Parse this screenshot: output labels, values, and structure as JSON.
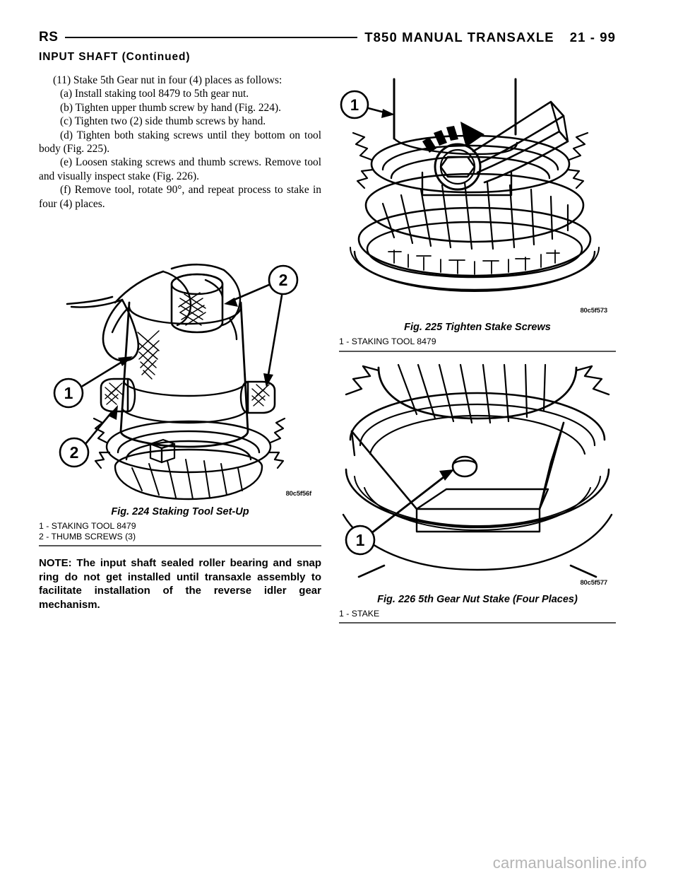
{
  "header": {
    "left_label": "RS",
    "title": "T850 MANUAL TRANSAXLE",
    "page_number": "21 - 99"
  },
  "section": {
    "title": "INPUT SHAFT (Continued)"
  },
  "left_column": {
    "steps": [
      "(11) Stake 5th Gear nut in four (4) places as follows:",
      "(a) Install staking tool 8479 to 5th gear nut.",
      "(b) Tighten upper thumb screw by hand (Fig. 224).",
      "(c) Tighten two (2) side thumb screws by hand.",
      "(d) Tighten both staking screws until they bottom on tool body (Fig. 225).",
      "(e) Loosen staking screws and thumb screws. Remove tool and visually inspect stake (Fig. 226).",
      "(f) Remove tool, rotate 90°, and repeat process to stake in four (4) places."
    ],
    "note": "NOTE: The input shaft sealed roller bearing and snap ring do not get installed until transaxle assembly to facilitate installation of the reverse idler gear mechanism."
  },
  "figures": [
    {
      "id": "fig-224",
      "caption": "Fig. 224 Staking Tool Set-Up",
      "image_id": "80c5f56f",
      "callouts": [
        "1",
        "2",
        "2"
      ],
      "legend": [
        "1 - STAKING TOOL 8479",
        "2 - THUMB SCREWS (3)"
      ]
    },
    {
      "id": "fig-225",
      "caption": "Fig. 225 Tighten Stake Screws",
      "image_id": "80c5f573",
      "callouts": [
        "1"
      ],
      "legend": [
        "1 - STAKING TOOL 8479"
      ]
    },
    {
      "id": "fig-226",
      "caption": "Fig. 226 5th Gear Nut Stake (Four Places)",
      "image_id": "80c5f577",
      "callouts": [
        "1"
      ],
      "legend": [
        "1 - STAKE"
      ]
    }
  ],
  "watermark": {
    "text": "carmanualsonline.info"
  }
}
